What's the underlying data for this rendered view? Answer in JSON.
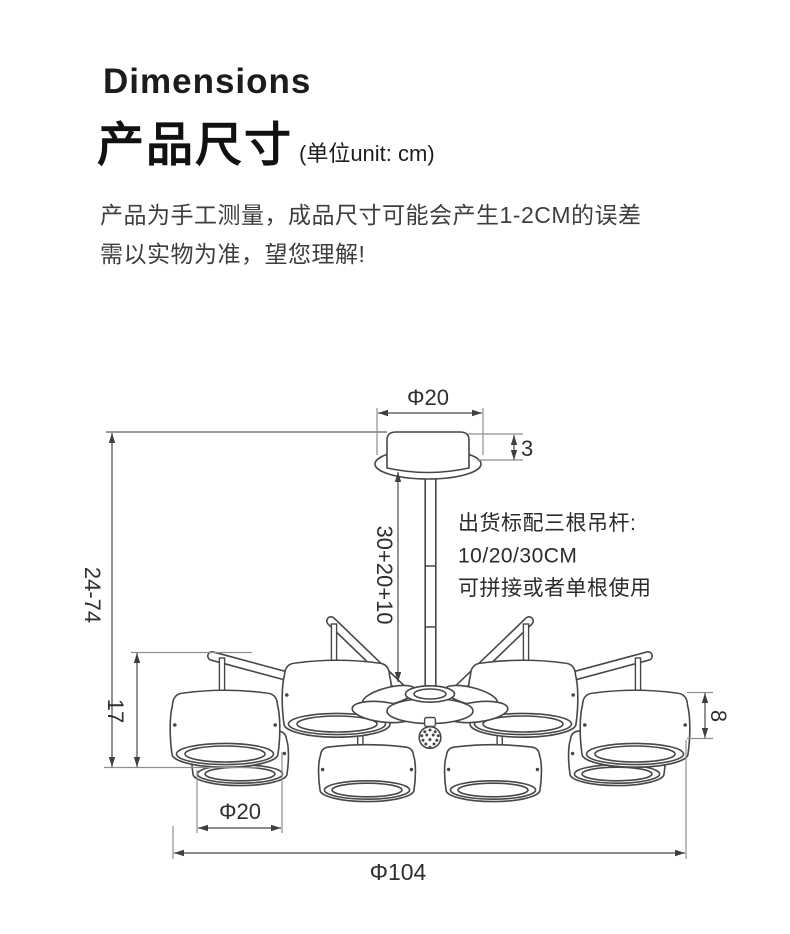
{
  "colors": {
    "ink": "#474747",
    "text": "#1c1c1c",
    "muted": "#3e3e3e"
  },
  "header": {
    "title_en": "Dimensions",
    "title_zh": "产品尺寸",
    "unit_note": "(单位unit: cm)",
    "disclaimer_line1": "产品为手工测量，成品尺寸可能会产生1-2CM的误差",
    "disclaimer_line2": "需以实物为准，望您理解!"
  },
  "diagram": {
    "note": {
      "line1": "出货标配三根吊杆:",
      "line2": "10/20/30CM",
      "line3": "可拼接或者单根使用"
    },
    "dimensions": {
      "canopy_diameter": "Φ20",
      "canopy_height": "3",
      "rod_length": "30+20+10",
      "overall_height": "24-74",
      "frame_height": "17",
      "shade_height": "8",
      "shade_diameter": "Φ20",
      "overall_diameter": "Φ104"
    }
  }
}
